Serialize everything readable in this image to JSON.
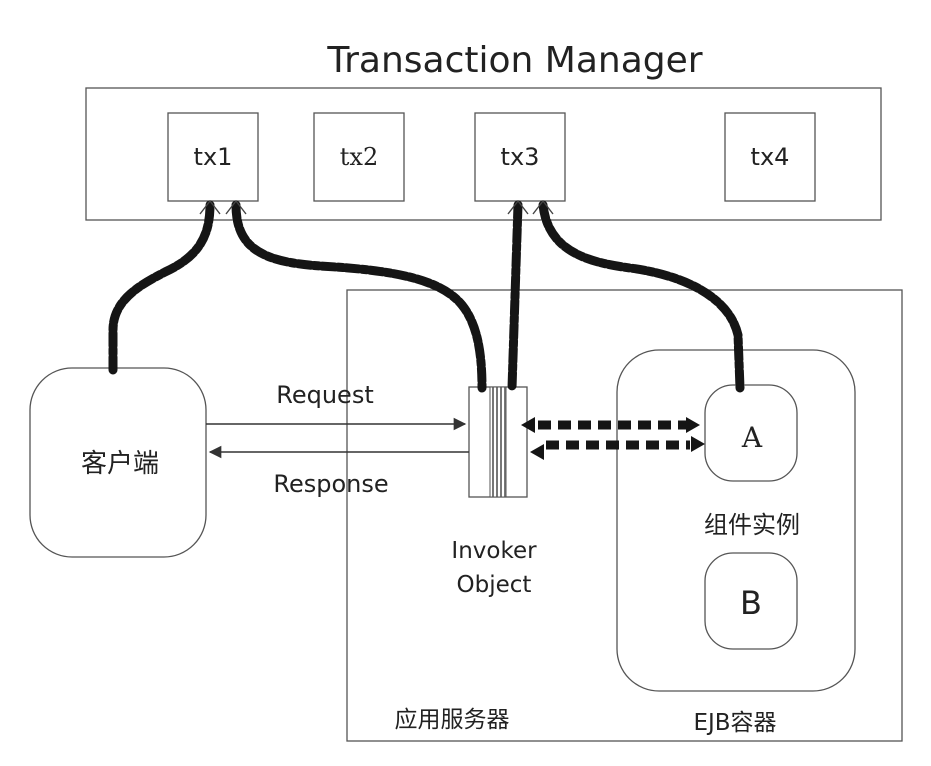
{
  "title": "Transaction Manager",
  "transactions": [
    "tx1",
    "tx2",
    "tx3",
    "tx4"
  ],
  "client": {
    "label": "客户端"
  },
  "messages": {
    "request": "Request",
    "response": "Response"
  },
  "invoker": {
    "line1": "Invoker",
    "line2": "Object"
  },
  "component": {
    "a": "A",
    "b": "B",
    "instances_label": "组件实例"
  },
  "app_server_label": "应用服务器",
  "ejb_container_label": "EJB容器",
  "colors": {
    "line": "#151515",
    "border": "#555555",
    "background": "#ffffff"
  }
}
